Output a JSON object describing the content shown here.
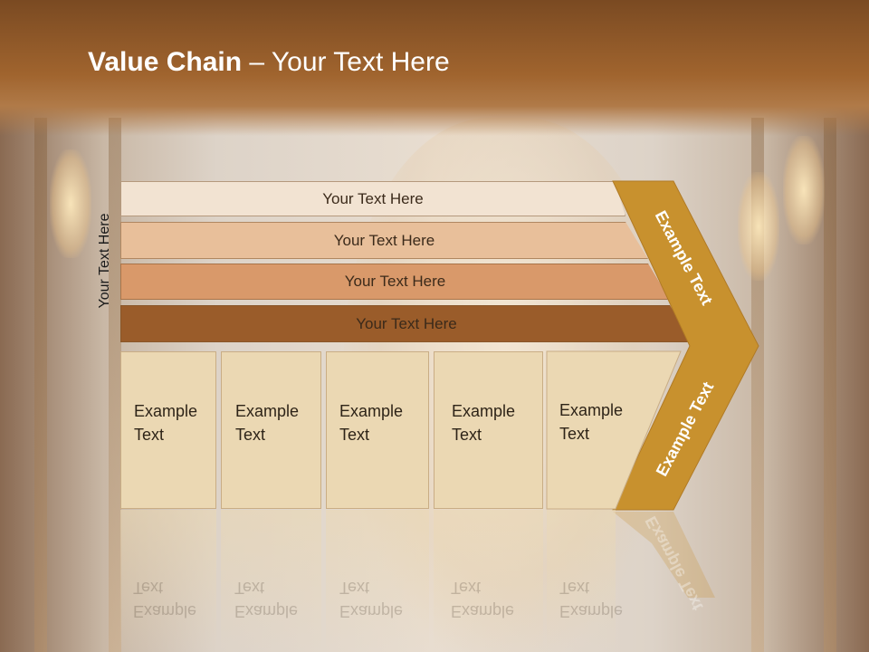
{
  "title": {
    "bold": "Value Chain",
    "rest": " – Your Text Here"
  },
  "side_label": "Your Text Here",
  "bars": [
    "Your Text Here",
    "Your Text Here",
    "Your Text Here",
    "Your Text Here"
  ],
  "boxes": [
    {
      "line1": "Example",
      "line2": "Text"
    },
    {
      "line1": "Example",
      "line2": "Text"
    },
    {
      "line1": "Example",
      "line2": "Text"
    },
    {
      "line1": "Example",
      "line2": "Text"
    },
    {
      "line1": "Example",
      "line2": "Text"
    }
  ],
  "chevron": {
    "upper": "Example Text",
    "lower": "Example Text"
  },
  "colors": {
    "header": "#a0642e",
    "bar1": "#f2e3d2",
    "bar2": "#e8bf9a",
    "bar3": "#d9996a",
    "bar4": "#9a5c2a",
    "chevron": "#c8912e",
    "box": "#ebd8b3"
  }
}
